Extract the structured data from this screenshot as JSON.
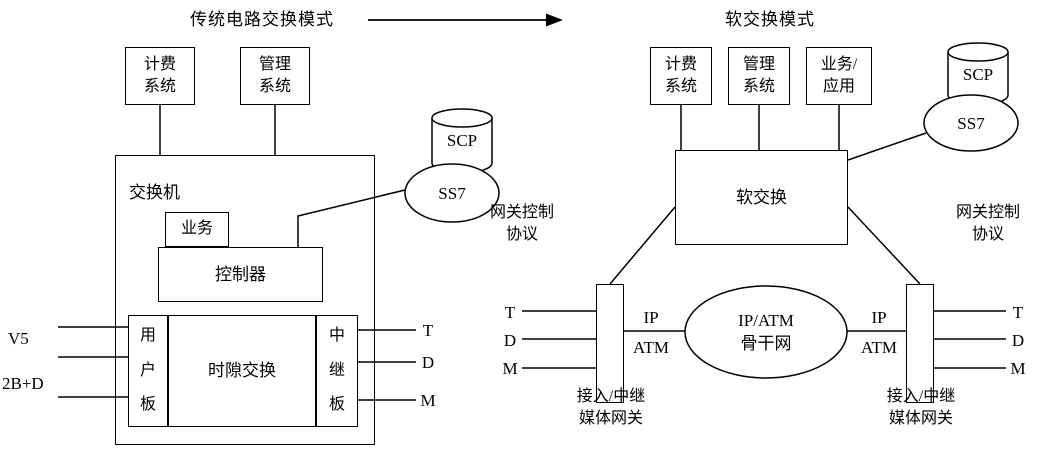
{
  "titles": {
    "left": "传统电路交换模式",
    "right": "软交换模式"
  },
  "left": {
    "billing": [
      "计费",
      "系统"
    ],
    "management": [
      "管理",
      "系统"
    ],
    "switch": "交换机",
    "service": "业务",
    "controller": "控制器",
    "user_board": [
      "用",
      "户",
      "板"
    ],
    "timeslot": "时隙交换",
    "trunk_board": [
      "中",
      "继",
      "板"
    ],
    "v5": "V5",
    "two_b_d": "2B+D",
    "tdm_out": [
      "T",
      "D",
      "M"
    ],
    "scp": "SCP",
    "ss7": "SS7"
  },
  "right": {
    "billing": [
      "计费",
      "系统"
    ],
    "management": [
      "管理",
      "系统"
    ],
    "service_app": [
      "业务/",
      "应用"
    ],
    "softswitch": "软交换",
    "scp": "SCP",
    "ss7": "SS7",
    "gw_protocol": [
      "网关控制",
      "协议"
    ],
    "tdm_in": [
      "T",
      "D",
      "M"
    ],
    "tdm_out": [
      "T",
      "D",
      "M"
    ],
    "ip": "IP",
    "atm": "ATM",
    "backbone": [
      "IP/ATM",
      "骨干网"
    ],
    "gateway_label": [
      "接入/中继",
      "媒体网关"
    ]
  },
  "colors": {
    "line": "#000000",
    "background": "#ffffff"
  }
}
